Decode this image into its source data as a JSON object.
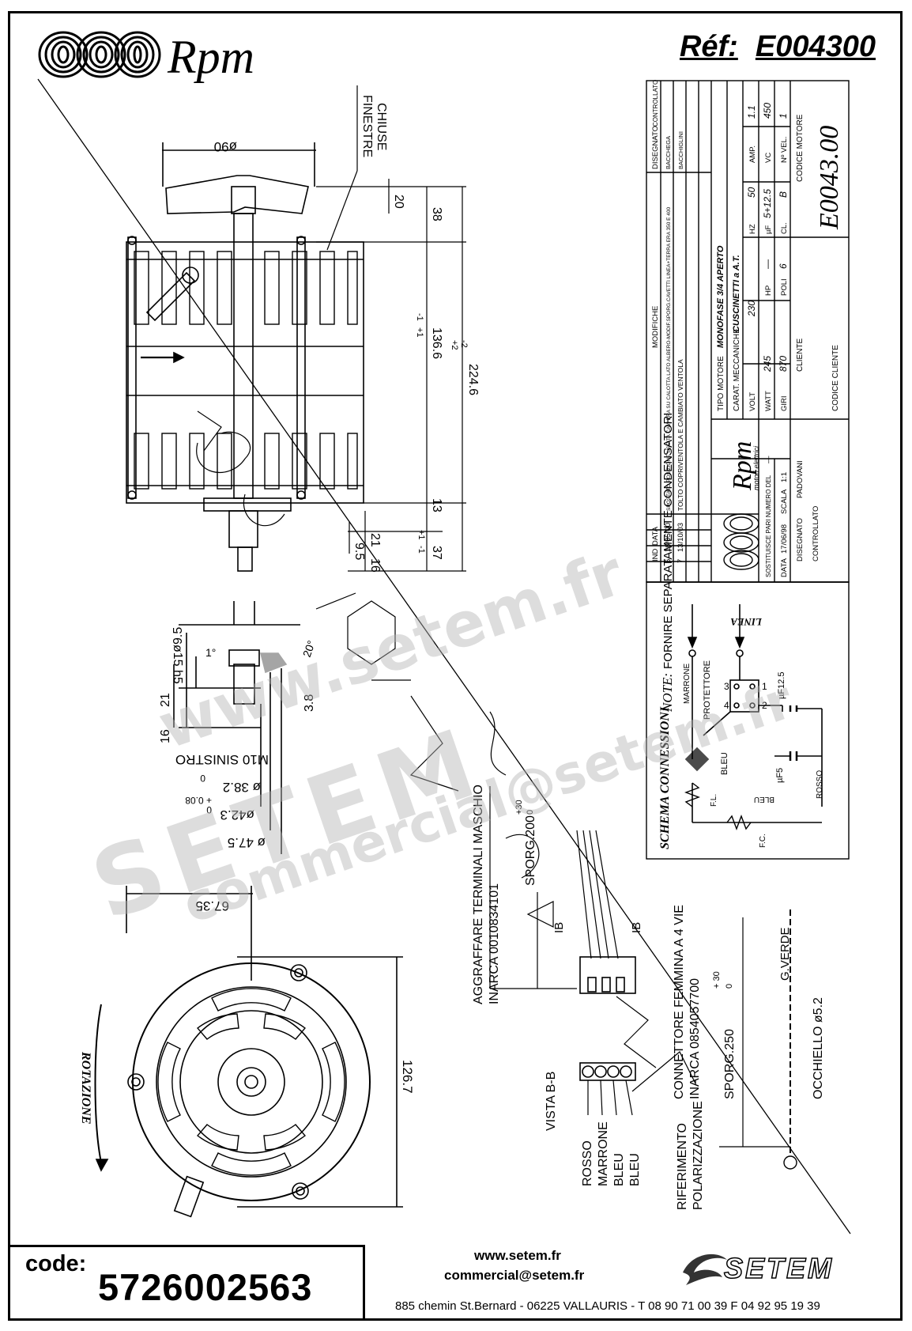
{
  "brand": {
    "name": "Rpm"
  },
  "reference": {
    "label": "Réf:",
    "value": "E004300"
  },
  "note": {
    "label": "NOTE:",
    "text": "FORNIRE SEPARATAMENTE CONDENSATORI"
  },
  "dimensions": {
    "fan_dia": "ø90",
    "d20": "20",
    "d38": "38",
    "d136": "136.6",
    "d136_tol_up": "+1",
    "d136_tol_dn": "-1",
    "d136_extra_up": "+2",
    "d136_extra_dn": "-2",
    "d224": "224.6",
    "d13": "13",
    "d37": "37",
    "d37_tol_up": "+1",
    "d37_tol_dn": "-1",
    "d21": "21",
    "d9_5": "9.5",
    "d16": "16",
    "finestre": "FINESTRE",
    "chiuse": "CHIUSE",
    "shaft_dia": "ø15 h5",
    "d_9_5b": "9.5",
    "d_21b": "21",
    "d_16b": "16",
    "d_3_8": "3.8",
    "angle_1": "1°",
    "angle_20": "20°",
    "shaft_label": "M10 SINISTRO",
    "dia_38": "ø 38.2",
    "dia_38_tol": "0",
    "dia_42": "ø42.3",
    "dia_42_tol": "+ 0.08",
    "dia_42_tol2": "0",
    "dia_47": "ø 47.5",
    "d_67": "67.35",
    "d_126": "126.7",
    "rotazione": "ROTAZIONE"
  },
  "wiring": {
    "aggraffare_1": "AGGRAFFARE TERMINALI MASCHIO",
    "aggraffare_2": "INARCA 0010834101",
    "sporg200": "SPORG.200",
    "sporg200_tol_up": "+30",
    "sporg200_tol_dn": "0",
    "ib_1": "IB",
    "ib_2": "IB",
    "connettore_1": "CONNETTORE FEMMINA A 4 VIE",
    "connettore_2": "INARCA 0854057700",
    "sporg250": "SPORG.250",
    "sporg250_tol_up": "+ 30",
    "sporg250_tol_dn": "0",
    "gverde": "G.VERDE",
    "occhiello": "OCCHIELLO ø5.2",
    "vista": "VISTA B-B",
    "wires": [
      "ROSSO",
      "MARRONE",
      "BLEU",
      "BLEU"
    ],
    "riferimento_1": "RIFERIMENTO",
    "riferimento_2": "POLARIZZAZIONE"
  },
  "title_block": {
    "revisions": [
      {
        "ind": "7",
        "data": "13/10/03",
        "modifiche": "TOLTO COPRIVENTOLA E CAMBIATO VENTOLA",
        "disegnato": "BACCHIGLINI"
      },
      {
        "ind": "6",
        "data": "16/05/00",
        "modifiche": "SPOSTATO POSIZIONE USCITA CAVI ERA SU CALOTTA LATO ALBERO-MODIF.SPORG.CAVETTI LINEA+TERRA ERA 350 E 400",
        "disegnato": "BACCHEGA"
      }
    ],
    "rev_headers": {
      "ind": "IND",
      "data": "DATA",
      "modifiche": "MODIFICHE",
      "disegnato": "DISEGNATO",
      "controllato": "CONTROLLATO"
    },
    "tipo_motore_label": "TIPO MOTORE",
    "tipo_motore": "MONOFASE 3/4 APERTO",
    "carat_label": "CARAT. MECCANICHE",
    "carat": "CUSCINETTI a A.T.",
    "volt_label": "VOLT",
    "volt": "230",
    "hz_label": "HZ",
    "hz": "50",
    "amp_label": "AMP.",
    "amp": "1.1",
    "watt_label": "WATT",
    "watt": "245",
    "hp_label": "HP",
    "hp": "—",
    "uf_label": "µF",
    "uf": "5+12.5",
    "vc_label": "VC",
    "vc": "450",
    "giri_label": "GIRI",
    "giri": "870",
    "poli_label": "POLI",
    "poli": "6",
    "cl_label": "CL.",
    "cl": "B",
    "vel_label": "Nº VEL.",
    "vel": "1",
    "cliente_label": "CLIENTE",
    "codice_cliente_label": "CODICE CLIENTE",
    "codice_motore_label": "CODICE MOTORE",
    "codice_motore": "E0043.00",
    "company_sub": "motori elettrici",
    "sostituisce": "SOSTITUISCE PARI NUMERO DEL",
    "sostituisce_val": "—",
    "data_label": "DATA",
    "data": "17/06/98",
    "scala_label": "SCALA",
    "scala": "1:1",
    "disegnato_label": "DISEGNATO",
    "disegnato": "PADOVANI",
    "controllato_label": "CONTROLLATO"
  },
  "schema": {
    "title": "SCHEMA CONNESSIONI",
    "linea": "LINEA",
    "marrone": "MARRONE",
    "protettore": "PROTETTORE",
    "bleu": "BLEU",
    "bleu2": "BLEU",
    "rosso": "ROSSO",
    "fl": "F.L.",
    "fc": "F.C.",
    "cap1": "µF12.5",
    "cap2": "µF5",
    "t3": "3",
    "t4": "4",
    "t2": "2",
    "t1": "1"
  },
  "watermarks": [
    "www.setem.fr",
    "SETEM",
    "commercial@setem.fr"
  ],
  "footer": {
    "code_label": "code:",
    "code_value": "5726002563",
    "web": "www.setem.fr",
    "email": "commercial@setem.fr",
    "address": "885 chemin St.Bernard  -  06225 VALLAURIS  -  T 08 90 71 00 39  F 04 92 95 19 39",
    "logo_text": "SETEM"
  }
}
